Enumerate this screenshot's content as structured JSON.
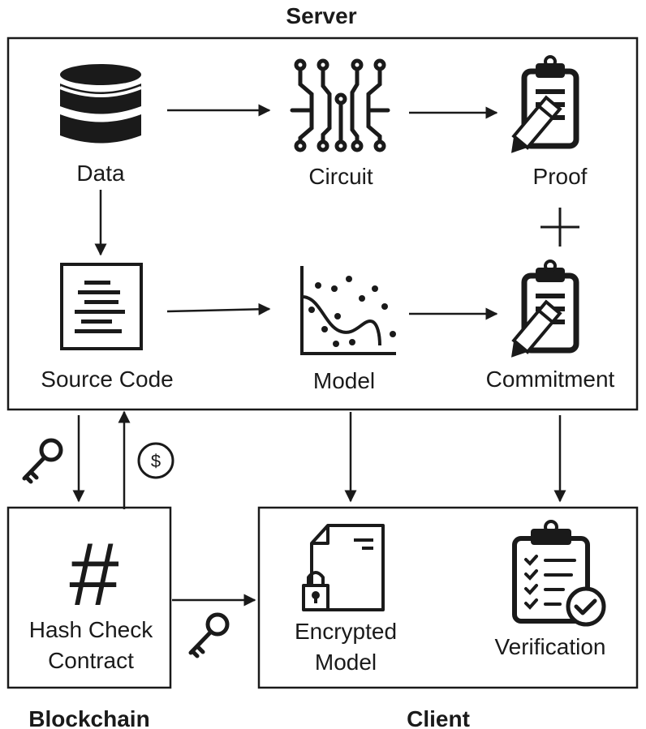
{
  "groups": {
    "server": "Server",
    "blockchain": "Blockchain",
    "client": "Client"
  },
  "nodes": {
    "data": "Data",
    "circuit": "Circuit",
    "proof": "Proof",
    "source_code": "Source Code",
    "model": "Model",
    "commitment": "Commitment",
    "hash_check": [
      "Hash Check",
      "Contract"
    ],
    "encrypted_model": [
      "Encrypted",
      "Model"
    ],
    "verification": "Verification"
  },
  "symbols": {
    "plus": "+",
    "hash": "#",
    "payment": "$"
  },
  "icons": [
    "database-icon",
    "circuit-icon",
    "clipboard-pencil-icon",
    "document-lines-icon",
    "scatter-curve-icon",
    "key-icon",
    "dollar-coin-icon",
    "encrypted-file-icon",
    "clipboard-checklist-icon"
  ],
  "colors": {
    "stroke": "#1a1a1a",
    "background": "#ffffff"
  }
}
